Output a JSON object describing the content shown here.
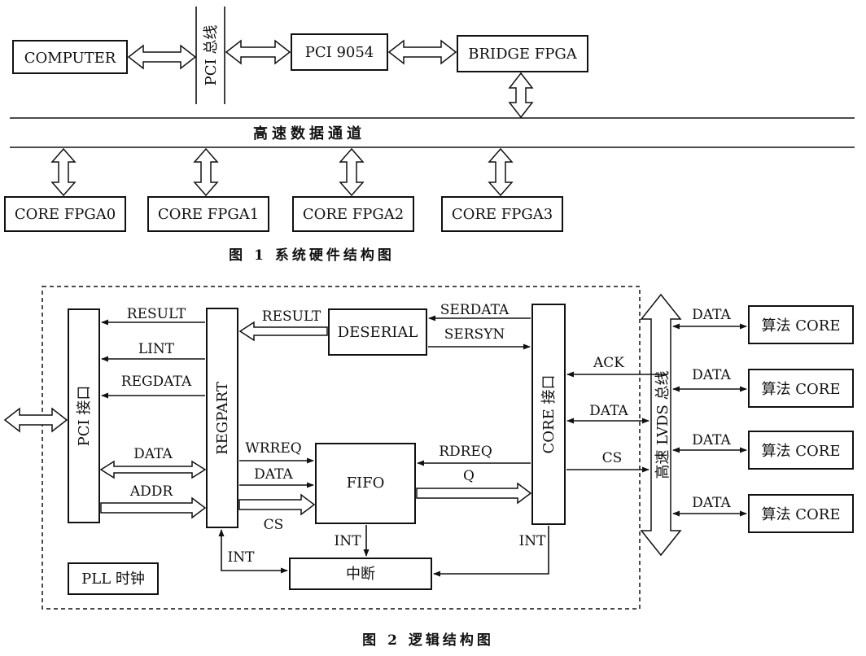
{
  "figure1": {
    "caption": "图 1 系统硬件结构图",
    "computer": "COMPUTER",
    "pci_bus": "PCI 总线",
    "pci9054": "PCI 9054",
    "bridge": "BRIDGE FPGA",
    "channel": "高速数据通道",
    "cores": [
      "CORE FPGA0",
      "CORE FPGA1",
      "CORE FPGA2",
      "CORE FPGA3"
    ]
  },
  "figure2": {
    "caption": "图 2 逻辑结构图",
    "pci_if": "PCI 接口",
    "regpart": "REGPART",
    "deserial": "DESERIAL",
    "core_if": "CORE 接口",
    "fifo": "FIFO",
    "interrupt": "中断",
    "pll": "PLL 时钟",
    "lvds_bus": "高速 LVDS 总线",
    "signals": {
      "result_top": "RESULT",
      "lint": "LINT",
      "regdata": "REGDATA",
      "data_pci": "DATA",
      "addr": "ADDR",
      "result_mid": "RESULT",
      "serdata": "SERDATA",
      "sersyn": "SERSYN",
      "wrreq": "WRREQ",
      "data_fifo": "DATA",
      "cs_fifo": "CS",
      "rdreq": "RDREQ",
      "q": "Q",
      "int_fifo": "INT",
      "int_core": "INT",
      "int_reg": "INT",
      "ack": "ACK",
      "data_core": "DATA",
      "cs_core": "CS"
    },
    "algo_data": [
      "DATA",
      "DATA",
      "DATA",
      "DATA"
    ],
    "algo_cores": [
      "算法 CORE",
      "算法 CORE",
      "算法 CORE",
      "算法 CORE"
    ]
  }
}
